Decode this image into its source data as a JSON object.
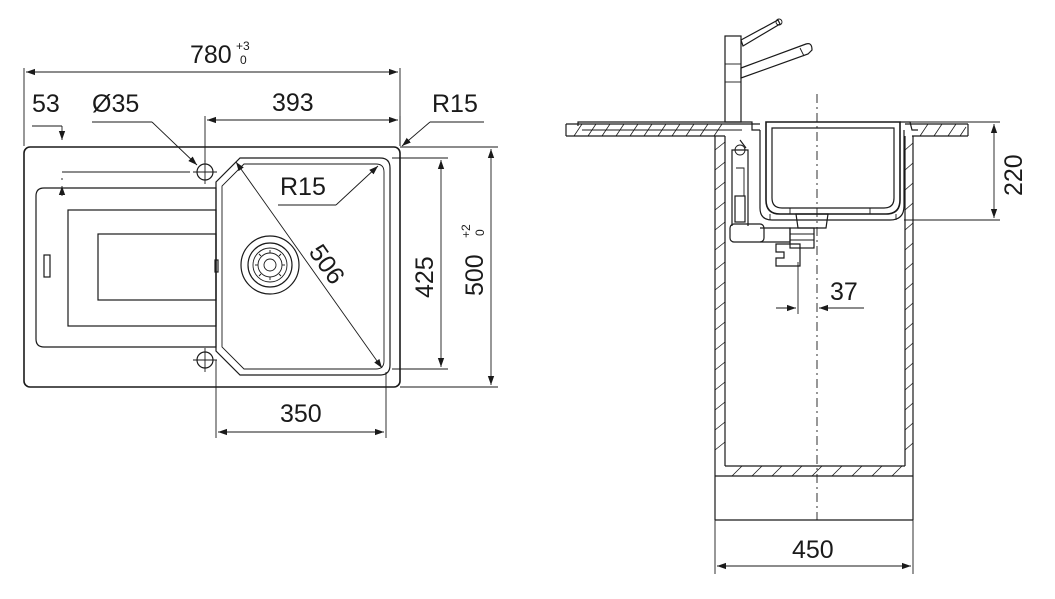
{
  "top_view": {
    "width_value": "780",
    "width_tol_upper": "+3",
    "width_tol_lower": "0",
    "left_offset": "53",
    "hole_diameter": "Ø35",
    "bowl_offset": "393",
    "corner_radius_outer": "R15",
    "corner_radius_inner": "R15",
    "diagonal": "506",
    "bowl_depth_length": "425",
    "depth_value": "500",
    "depth_tol_upper": "+2",
    "depth_tol_lower": "0",
    "bowl_width": "350"
  },
  "side_view": {
    "bowl_height": "220",
    "drain_offset": "37",
    "cabinet_width": "450"
  }
}
